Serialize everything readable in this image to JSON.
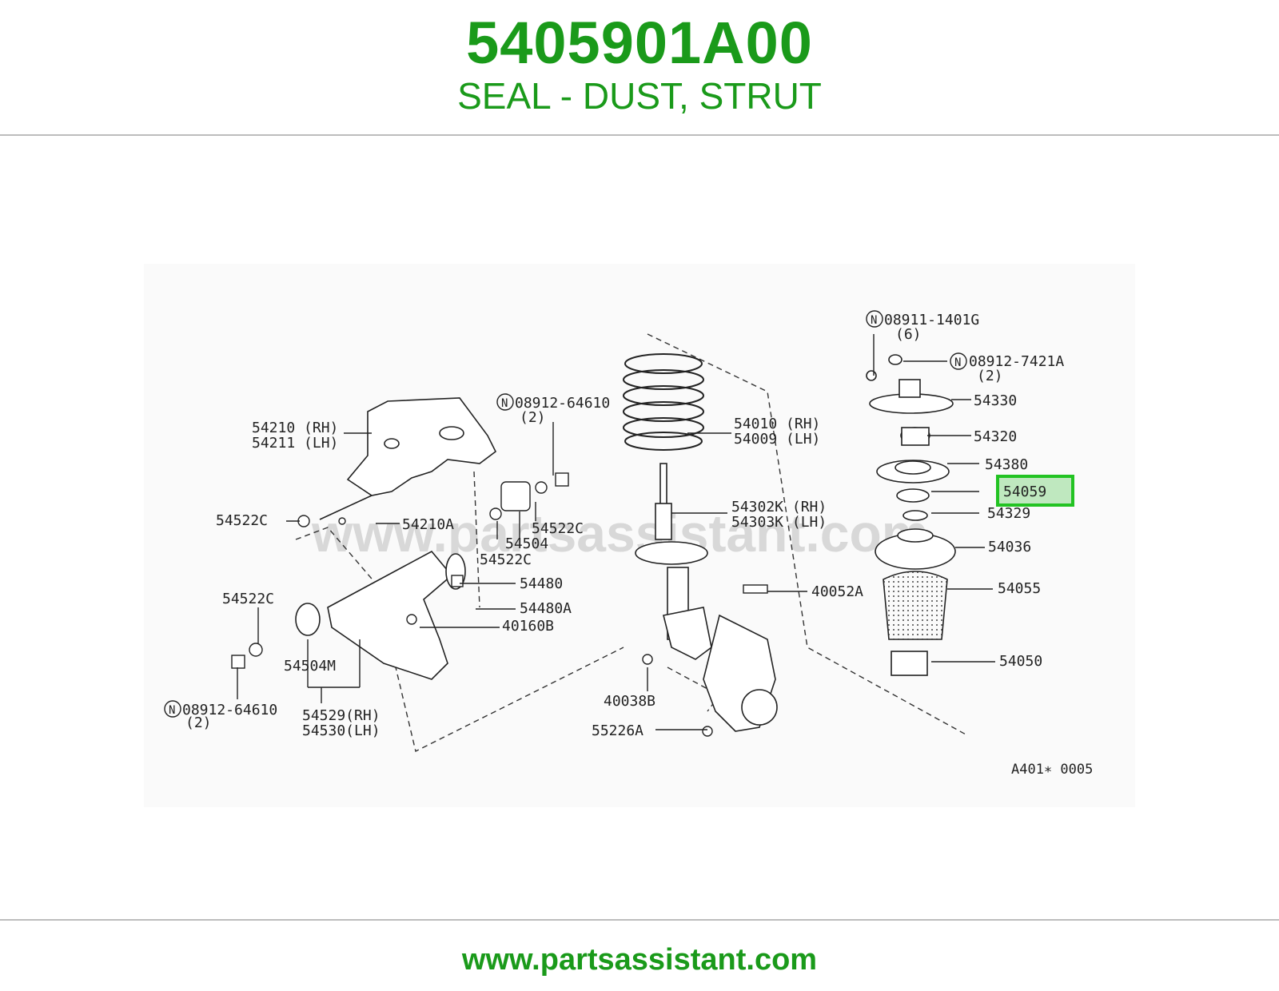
{
  "header": {
    "part_number": "5405901A00",
    "description": "SEAL - DUST, STRUT"
  },
  "watermark": "www.partsassistant.com",
  "footer": {
    "url": "www.partsassistant.com"
  },
  "diagram": {
    "code": "A401∗ 0005",
    "highlight_color": "#22c322",
    "labels": {
      "l54210": "54210 (RH)",
      "l54211": "54211 (LH)",
      "l08912a": "08912-64610",
      "l08912a_qty": "(2)",
      "l54010": "54010 (RH)",
      "l54009": "54009 (LH)",
      "l08911": "08911-1401G",
      "l08911_qty": "(6)",
      "l08912b": "08912-7421A",
      "l08912b_qty": "(2)",
      "l54330": "54330",
      "l54320": "54320",
      "l54380": "54380",
      "l54059": "54059",
      "l54329": "54329",
      "l54036": "54036",
      "l54055": "54055",
      "l54050": "54050",
      "l54302k": "54302K (RH)",
      "l54303k": "54303K (LH)",
      "l40052a": "40052A",
      "l54522c_a": "54522C",
      "l54210a": "54210A",
      "l54522c_b": "54522C",
      "l54504": "54504",
      "l54522c_c": "54522C",
      "l54480": "54480",
      "l54480a": "54480A",
      "l40160b": "40160B",
      "l54522c_d": "54522C",
      "l54504m": "54504M",
      "l08912c": "08912-64610",
      "l08912c_qty": "(2)",
      "l54529": "54529(RH)",
      "l54530": "54530(LH)",
      "l40038b": "40038B",
      "l55226a": "55226A",
      "n_symbol": "N"
    }
  }
}
